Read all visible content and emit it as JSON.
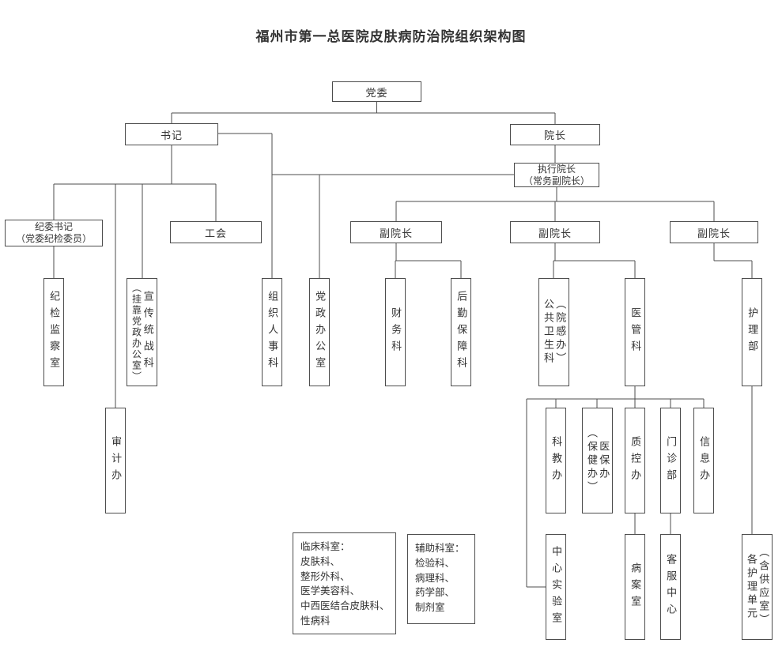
{
  "title": "福州市第一总医院皮肤病防治院组织架构图",
  "nodes": {
    "dangwei": {
      "label": "党委"
    },
    "shuji": {
      "label": "书记"
    },
    "yuanzhang": {
      "label": "院长"
    },
    "zhixing": {
      "line1": "执行院长",
      "line2": "（常务副院长）"
    },
    "jiwei_shuji": {
      "line1": "纪委书记",
      "line2": "（党委纪检委员）"
    },
    "gonghui": {
      "label": "工会"
    },
    "fuyuanzhang_1": {
      "label": "副院长"
    },
    "fuyuanzhang_2": {
      "label": "副院长"
    },
    "fuyuanzhang_3": {
      "label": "副院长"
    },
    "jijian_jianchashi": {
      "label": "纪检监察室"
    },
    "xuanchuan": {
      "col_left": "（挂靠党政办公室）",
      "col_right": "宣传统战科"
    },
    "zuzhi_renshike": {
      "label": "组织人事科"
    },
    "dangzheng_bangongshi": {
      "label": "党政办公室"
    },
    "caiwuke": {
      "label": "财务科"
    },
    "houqin_baozhangke": {
      "label": "后勤保障科"
    },
    "gonggong_weishengke": {
      "col_left": "公共卫生科",
      "col_right": "（院感办）"
    },
    "yiguanke": {
      "label": "医管科"
    },
    "hulibu": {
      "label": "护理部"
    },
    "shenjiban": {
      "label": "审计办"
    },
    "kejiaoban": {
      "label": "科教办"
    },
    "yibaoban": {
      "col_left": "（保健办）",
      "col_right": "医保办"
    },
    "zhikongban": {
      "label": "质控办"
    },
    "menzhenbu": {
      "label": "门诊部"
    },
    "xinxiban": {
      "label": "信息办"
    },
    "zhongxin_shiyanshi": {
      "label": "中心实验室"
    },
    "bingan_shi": {
      "label": "病案室"
    },
    "kefu_zhongxin": {
      "label": "客服中心"
    },
    "ge_huli_danyuan": {
      "col_left": "各护理单元",
      "col_right": "（含供应室）"
    }
  },
  "lists": {
    "clinical": {
      "lines": [
        "临床科室：",
        "皮肤科、",
        "整形外科、",
        "医学美容科、",
        "中西医结合皮肤科、",
        "性病科"
      ]
    },
    "auxiliary": {
      "lines": [
        "辅助科室：",
        "检验科、",
        "病理科、",
        "药学部、",
        "制剂室"
      ]
    }
  },
  "colors": {
    "line": "#4d4d4d",
    "text": "#333333",
    "background": "#ffffff"
  }
}
